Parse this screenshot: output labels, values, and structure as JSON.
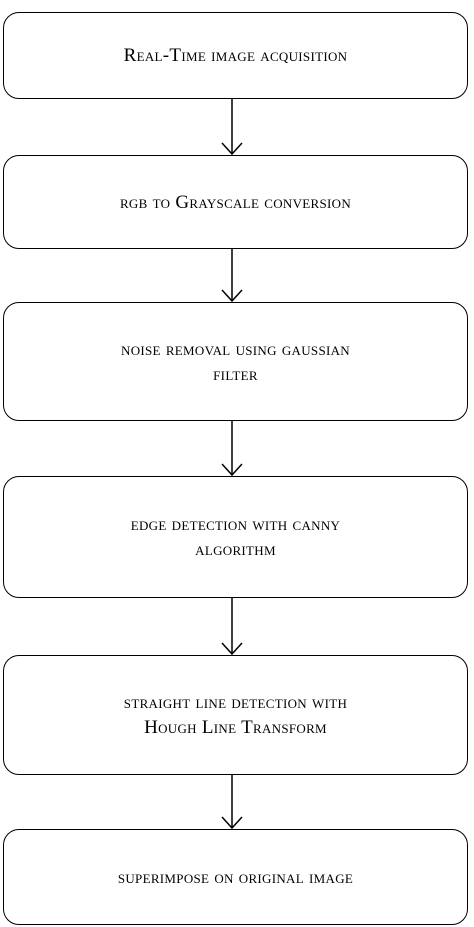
{
  "flowchart": {
    "steps": [
      {
        "label": "Real-Time image acquisition"
      },
      {
        "label": "rgb to Grayscale conversion"
      },
      {
        "label": "noise removal using gaussian\nfilter"
      },
      {
        "label": "edge detection with canny\nalgorithm"
      },
      {
        "label": "straight line detection with\nHough Line Transform"
      },
      {
        "label": "superimpose on original image"
      }
    ]
  }
}
